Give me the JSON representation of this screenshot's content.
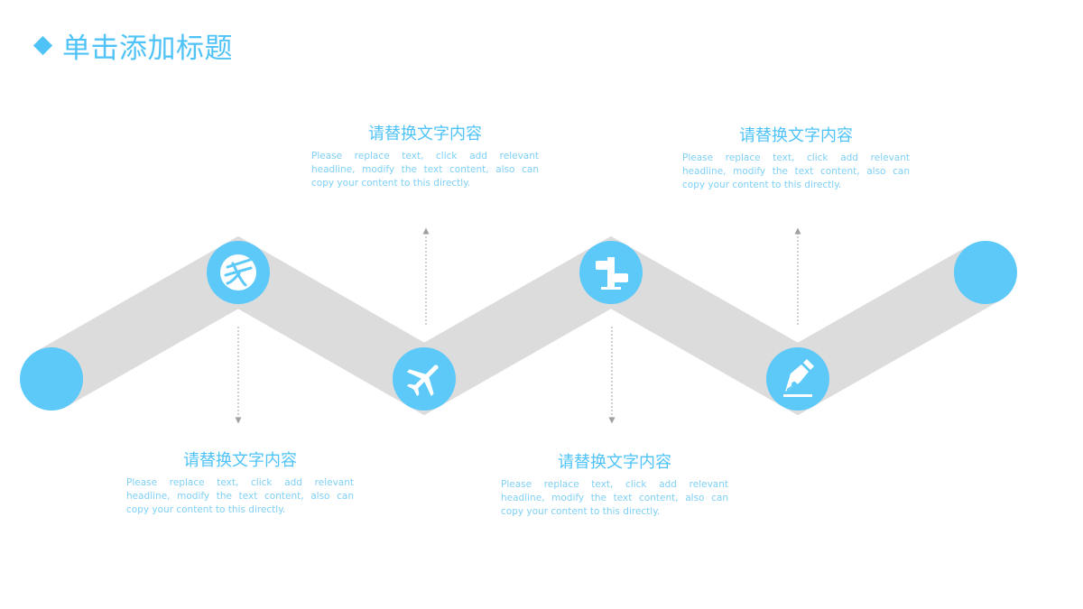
{
  "slide": {
    "title": "单击添加标题"
  },
  "colors": {
    "accent": "#4fc3f7",
    "node": "#5cc9f9",
    "band": "#dcdcdc",
    "text_light": "#7fd0f5",
    "arrow": "#a0a0a0"
  },
  "steps": [
    {
      "icon": "grain-circle-icon",
      "heading": "请替换文字内容",
      "body": "Please replace text, click add relevant headline, modify the text content, also can copy your content to this directly."
    },
    {
      "icon": "airplane-icon",
      "heading": "请替换文字内容",
      "body": "Please replace text, click add relevant headline, modify the text content, also can copy your content to this directly."
    },
    {
      "icon": "signpost-icon",
      "heading": "请替换文字内容",
      "body": "Please replace text, click add relevant headline, modify the text content, also can copy your content to this directly."
    },
    {
      "icon": "fountain-pen-icon",
      "heading": "请替换文字内容",
      "body": "Please replace text, click add relevant headline, modify the text content, also can copy your content to this directly."
    }
  ]
}
